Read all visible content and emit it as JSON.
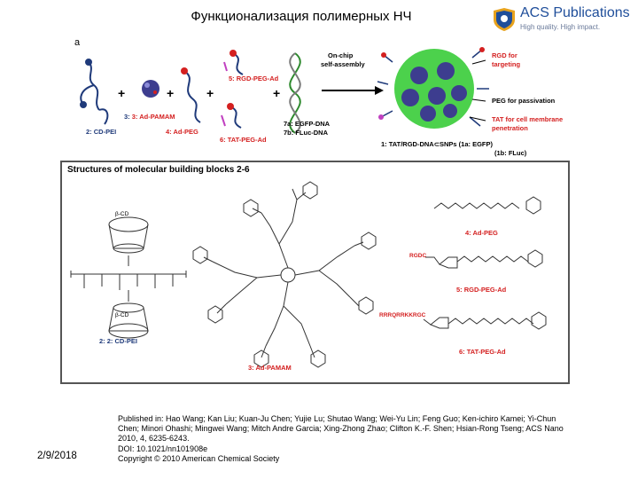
{
  "slide": {
    "title": "Функционализация полимерных НЧ",
    "date": "2/9/2018"
  },
  "publisher": {
    "name": "ACS Publications",
    "tagline": "High quality. High impact."
  },
  "figure": {
    "panel": "a",
    "top_labels": {
      "cd_pei": "2: CD-PEI",
      "ad_pamam": "3: Ad-PAMAM",
      "ad_peg": "4: Ad-PEG",
      "rgd_peg_ad": "5: RGD-PEG-Ad",
      "tat_peg_ad": "6: TAT-PEG-Ad",
      "egfp_dna": "7a: EGFP-DNA",
      "fluc_dna": "7b: FLuc-DNA",
      "on_chip": "On-chip",
      "self_assembly": "self-assembly",
      "rgd_targeting": "RGD for",
      "rgd_targeting2": "targeting",
      "peg_passivation": "PEG for passivation",
      "tat_penetration": "TAT for cell membrane",
      "tat_penetration2": "penetration",
      "product": "1: TAT/RGD-DNA⊂SNPs (1a: EGFP)",
      "product2": "(1b: FLuc)"
    },
    "box_title": "Structures of molecular building blocks 2-6",
    "box_labels": {
      "cd_pei": "2: CD-PEI",
      "ad_pamam": "3: Ad-PAMAM",
      "ad_peg": "4: Ad-PEG",
      "rgd_peg_ad": "5: RGD-PEG-Ad",
      "tat_peg_ad": "6: TAT-PEG-Ad",
      "rgdc": "RGDC",
      "tat_seq": "RRRQRRKKRGC",
      "beta_cd_top": "β-CD",
      "beta_cd_bottom": "β-CD"
    }
  },
  "citation": {
    "line1": "Published in: Hao Wang; Kan Liu; Kuan-Ju Chen; Yujie Lu; Shutao Wang; Wei-Yu Lin; Feng Guo; Ken-ichiro Kamei; Yi-Chun",
    "line2": "Chen; Minori Ohashi; Mingwei Wang; Mitch Andre Garcia; Xing-Zhong Zhao; Clifton K.-F. Shen; Hsian-Rong Tseng; ACS Nano",
    "line3": "2010, 4, 6235-6243.",
    "line4": "DOI: 10.1021/nn101908e",
    "line5": "Copyright © 2010 American Chemical Society"
  },
  "colors": {
    "accent_red": "#d42020",
    "navy": "#1f3a7a",
    "nanoparticle_green": "#4cd14c",
    "core_blue": "#3d3d8f"
  }
}
